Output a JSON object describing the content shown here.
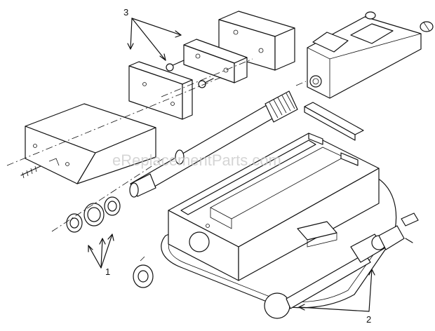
{
  "watermark": "eReplacementParts.com",
  "callouts": [
    {
      "id": "callout-1",
      "label": "1"
    },
    {
      "id": "callout-2",
      "label": "2"
    },
    {
      "id": "callout-3",
      "label": "3"
    }
  ]
}
